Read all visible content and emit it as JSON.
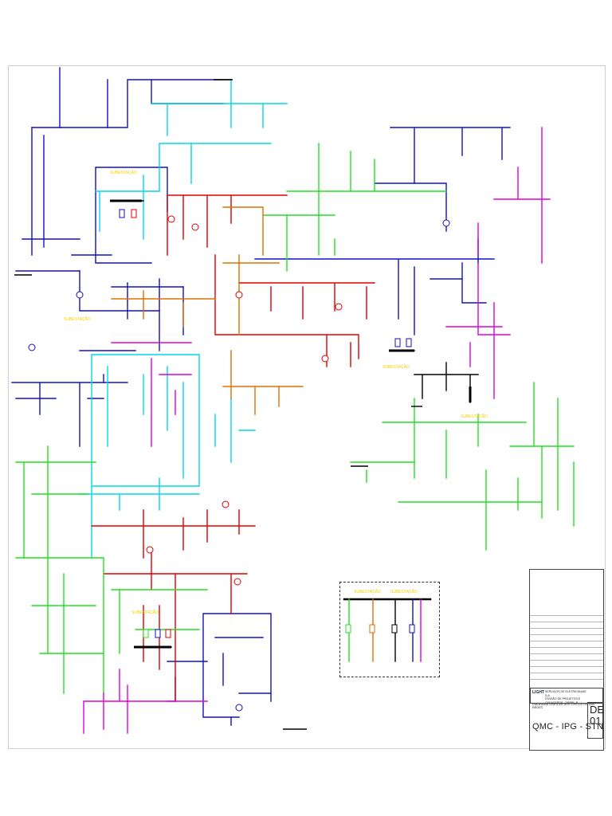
{
  "station_labels": [
    "SUBESTAÇÃO",
    "SUBESTAÇÃO",
    "SUBESTAÇÃO",
    "SUBESTAÇÃO",
    "SUBESTAÇÃO",
    "SUBESTAÇÃO",
    "SUBESTAÇÃO"
  ],
  "title_block": {
    "logo": "LIGHT",
    "company": "SERVIÇOS DE ELETRICIDADE S.A.",
    "department": "DIVISÃO DE PROJETOS E CADASTROS - DEPRL-R",
    "drawing_title": "DIAGRAMA UNIFILAR DOS CIRCUITOS DAS REDES",
    "code": "QMC - IPG - STN",
    "sheet_prefix": "DE",
    "sheet_number": "01"
  },
  "colors": {
    "blue": "#1010c8",
    "cyan": "#00d8e8",
    "red": "#e00000",
    "green": "#22e022",
    "magenta": "#e000e0",
    "orange": "#e07000",
    "black": "#000000",
    "yellow_label": "#f2d000"
  }
}
